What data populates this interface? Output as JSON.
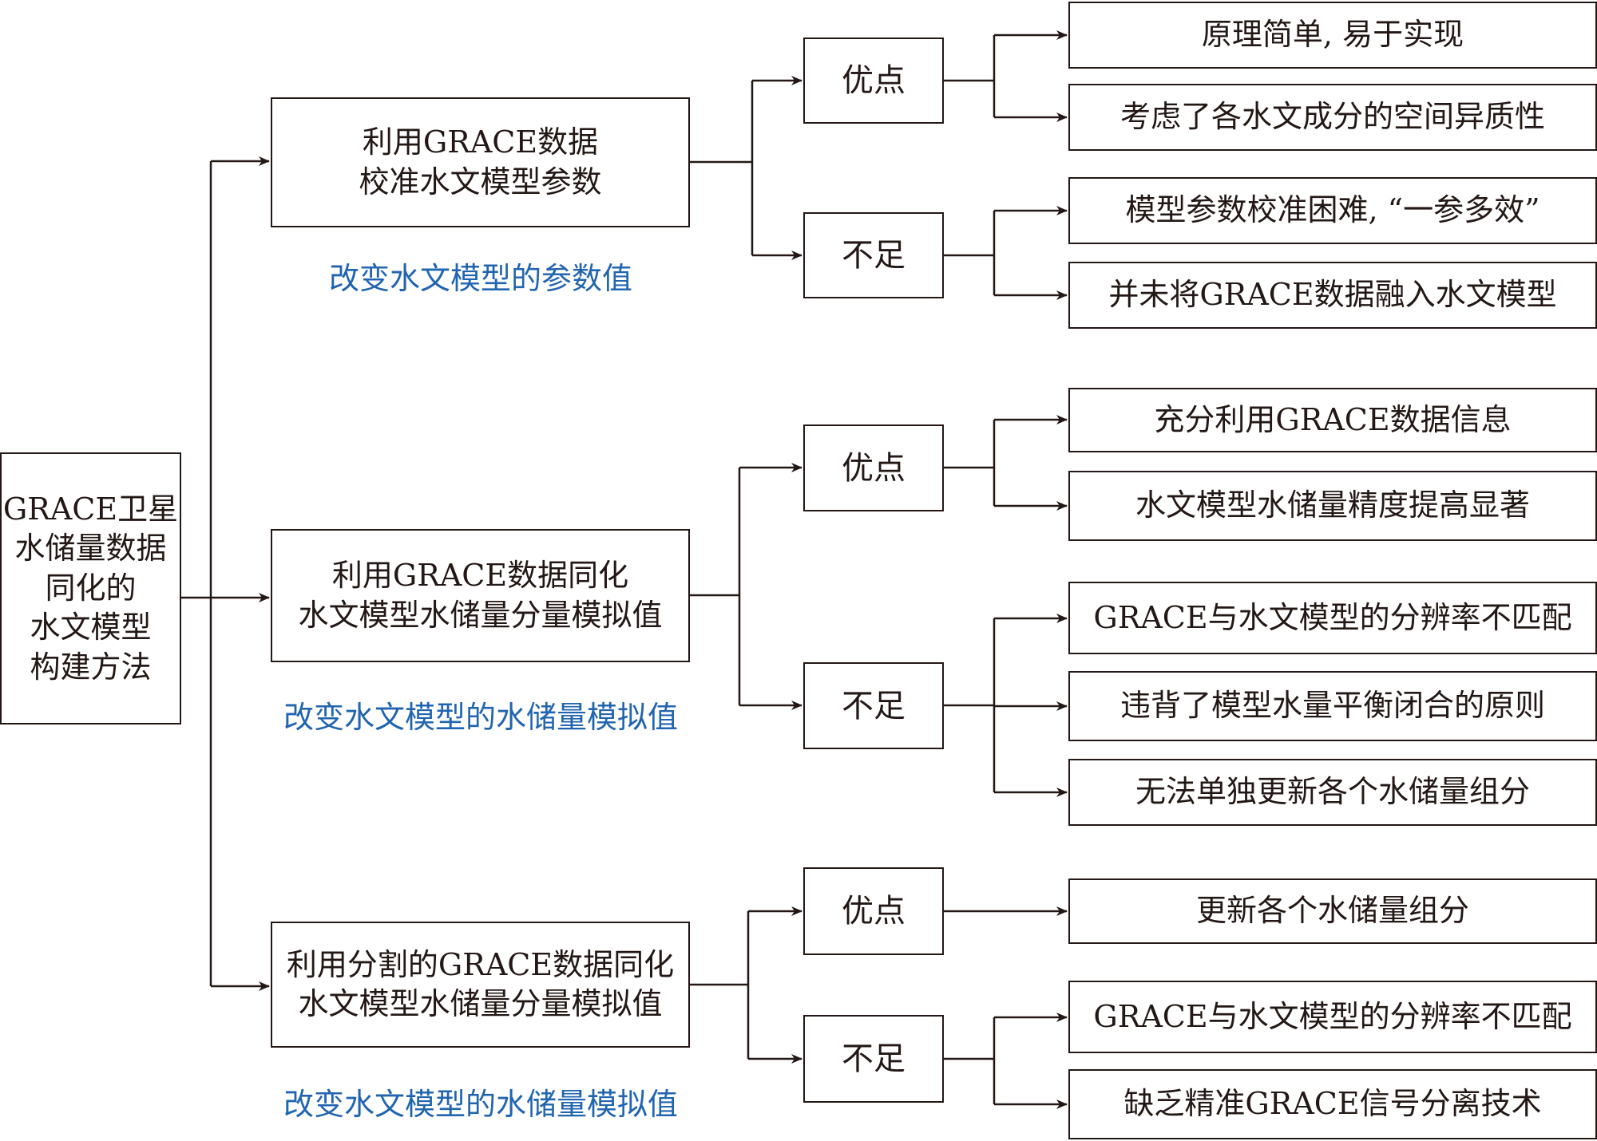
{
  "colors": {
    "line": "#231815",
    "note": "#2165b0"
  },
  "root": [
    "GRACE卫星",
    "水储量数据",
    "同化的",
    "水文模型",
    "构建方法"
  ],
  "methods": [
    {
      "lines": [
        "利用GRACE数据",
        "校准水文模型参数"
      ],
      "note": "改变水文模型的参数值",
      "pros_label": "优点",
      "pros": [
        "原理简单, 易于实现",
        "考虑了各水文成分的空间异质性"
      ],
      "cons_label": "不足",
      "cons": [
        "模型参数校准困难, “一参多效”",
        "并未将GRACE数据融入水文模型"
      ]
    },
    {
      "lines": [
        "利用GRACE数据同化",
        "水文模型水储量分量模拟值"
      ],
      "note": "改变水文模型的水储量模拟值",
      "pros_label": "优点",
      "pros": [
        "充分利用GRACE数据信息",
        "水文模型水储量精度提高显著"
      ],
      "cons_label": "不足",
      "cons": [
        "GRACE与水文模型的分辨率不匹配",
        "违背了模型水量平衡闭合的原则",
        "无法单独更新各个水储量组分"
      ]
    },
    {
      "lines": [
        "利用分割的GRACE数据同化",
        "水文模型水储量分量模拟值"
      ],
      "note": "改变水文模型的水储量模拟值",
      "pros_label": "优点",
      "pros": [
        "更新各个水储量组分"
      ],
      "cons_label": "不足",
      "cons": [
        "GRACE与水文模型的分辨率不匹配",
        "缺乏精准GRACE信号分离技术"
      ]
    }
  ]
}
